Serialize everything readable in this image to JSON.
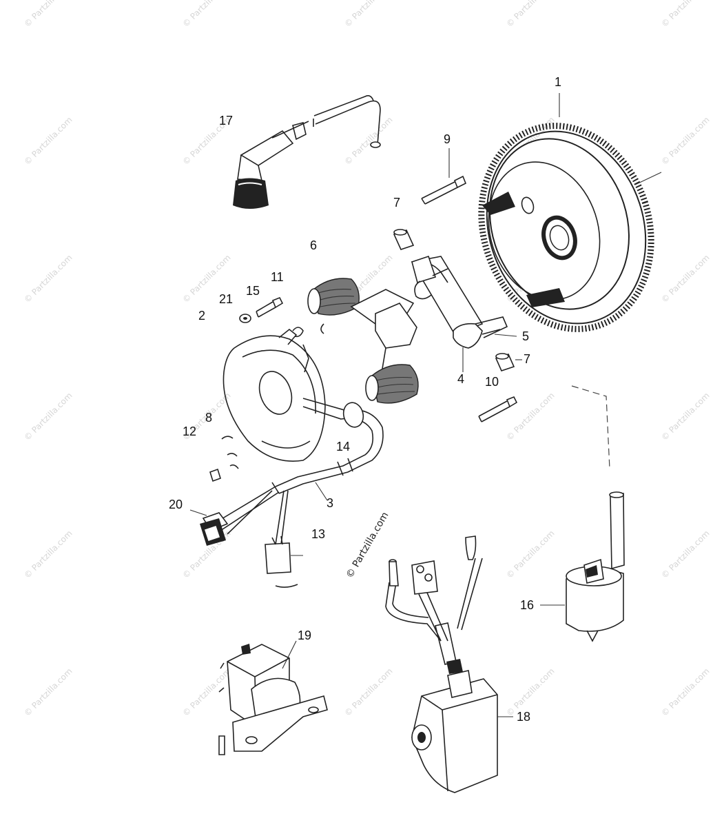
{
  "diagram": {
    "watermark": "© Partzilla.com",
    "callouts": [
      "1",
      "2",
      "3",
      "4",
      "5",
      "6",
      "7",
      "7",
      "8",
      "9",
      "10",
      "11",
      "12",
      "13",
      "14",
      "15",
      "16",
      "17",
      "18",
      "19",
      "20",
      "21"
    ]
  }
}
